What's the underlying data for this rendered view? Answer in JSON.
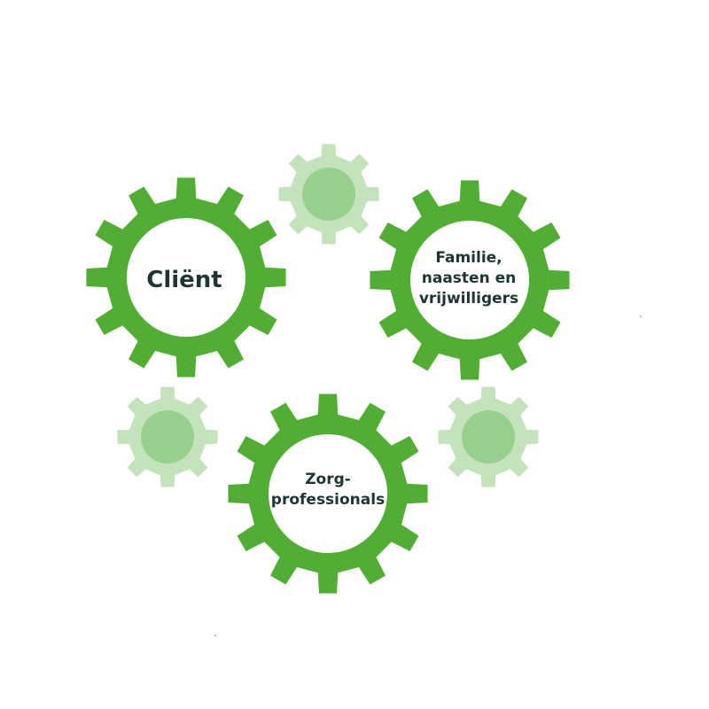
{
  "diagram": {
    "gears": [
      {
        "id": "client",
        "lines": [
          "Cliënt"
        ],
        "kind": "main"
      },
      {
        "id": "family",
        "lines": [
          "Familie,",
          "naasten en",
          "vrijwilligers"
        ],
        "kind": "main"
      },
      {
        "id": "professionals",
        "lines": [
          "Zorg-",
          "professionals"
        ],
        "kind": "main"
      },
      {
        "id": "small-top",
        "lines": [],
        "kind": "small"
      },
      {
        "id": "small-left",
        "lines": [],
        "kind": "small"
      },
      {
        "id": "small-right",
        "lines": [],
        "kind": "small"
      }
    ],
    "colors": {
      "main_gear": "#52ad34",
      "small_gear_outer": "#c4e2bc",
      "small_gear_inner": "#97cf8c",
      "label_text": "#1f3535",
      "background": "#ffffff"
    }
  }
}
